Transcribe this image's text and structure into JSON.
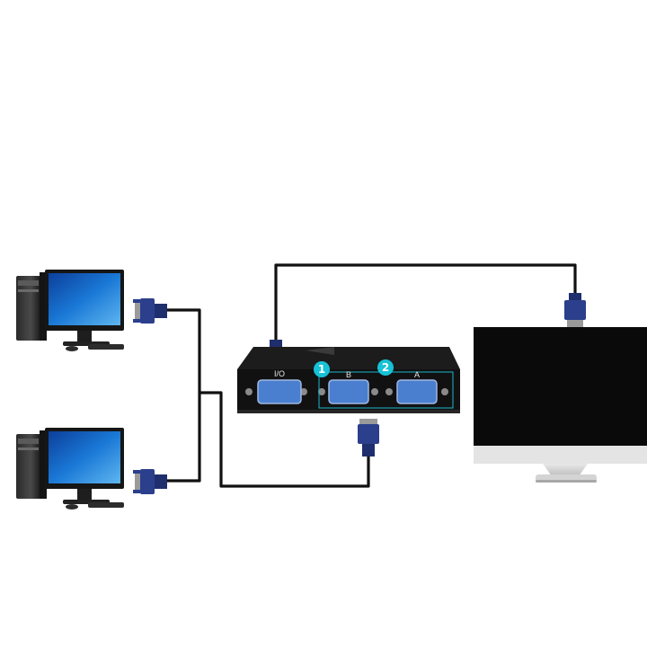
{
  "switch": {
    "port_io_label": "I/O",
    "port_b_label": "B",
    "port_a_label": "A",
    "badge_1": "1",
    "badge_2": "2"
  },
  "colors": {
    "cable": "#111111",
    "connector": "#2b3f8c",
    "port_blue": "#4a7fd0",
    "badge_cyan": "#17c1d6",
    "screen_blue": "#1a78d6",
    "monitor_black": "#0a0a0a"
  },
  "icons": [
    "desktop-computer-icon",
    "vga-connector-icon",
    "vga-switch-icon",
    "monitor-icon"
  ]
}
